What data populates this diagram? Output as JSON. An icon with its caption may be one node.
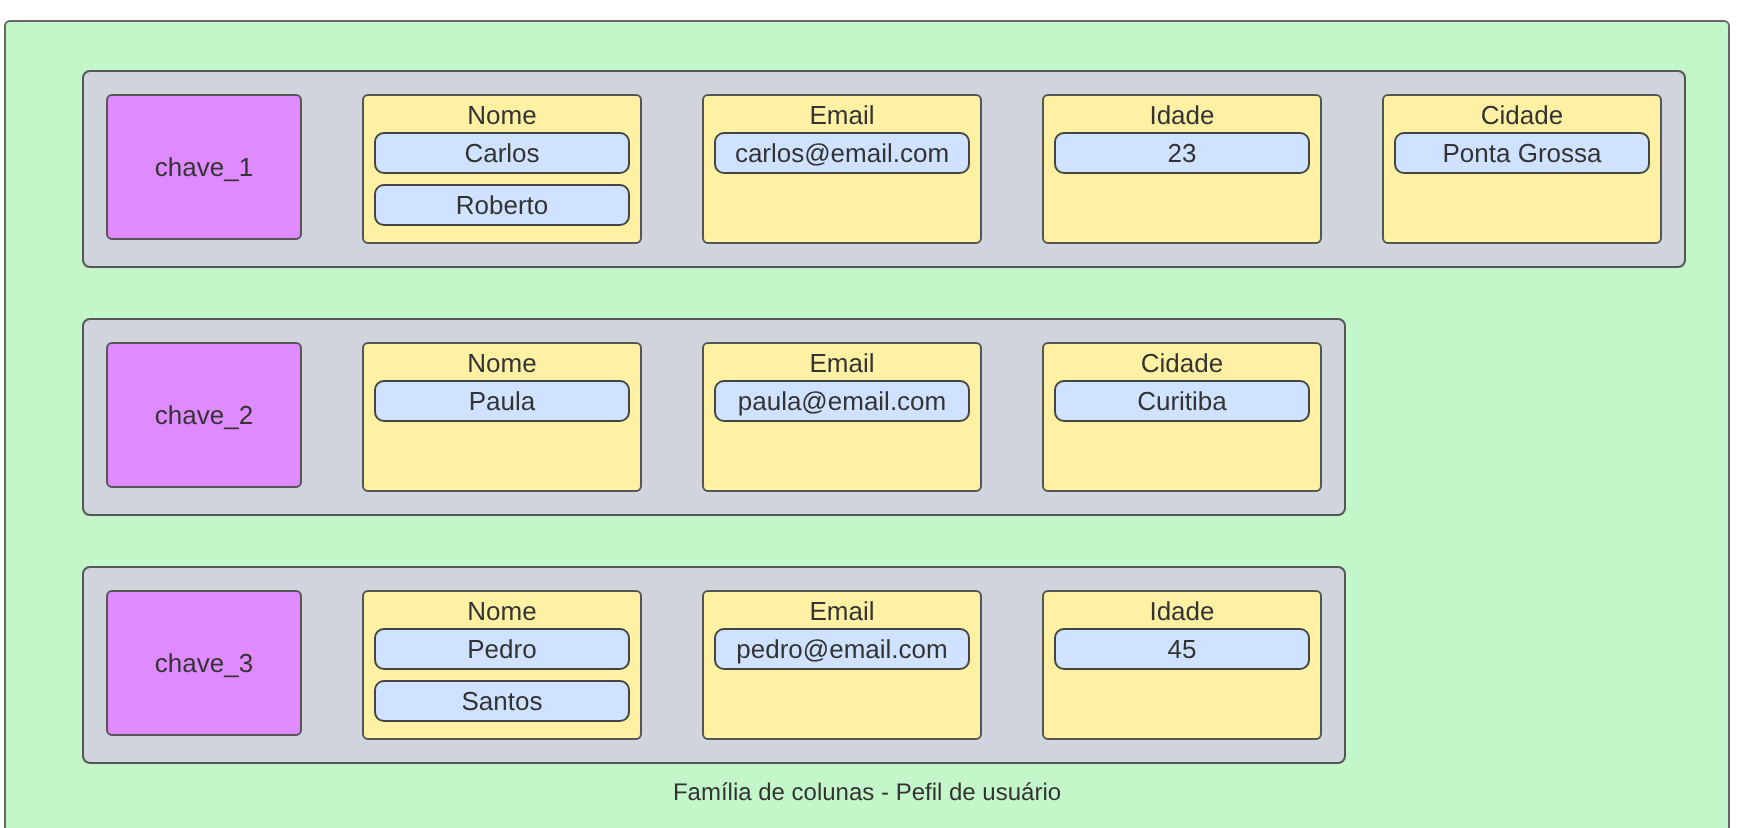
{
  "diagram": {
    "nodes": [
      {
        "text": [
          "Família de colunas - Pefil de usuário"
        ]
      },
      {
        "text": [],
        "shape": "box",
        "in": 0
      },
      {
        "text": [
          "chave_1"
        ],
        "in": 1
      },
      {
        "text": [
          "Nome"
        ],
        "in": 1
      },
      {
        "text": [
          "Carlos"
        ],
        "in": 3
      },
      {
        "text": [
          "Roberto"
        ],
        "in": 3
      },
      {
        "text": [
          "Email"
        ],
        "in": 1
      },
      {
        "text": [
          "carlos@email.com"
        ],
        "in": 6
      },
      {
        "text": [
          "Idade"
        ],
        "in": 1
      },
      {
        "text": [
          "23"
        ],
        "in": 8
      },
      {
        "text": [
          "Cidade"
        ],
        "in": 1
      },
      {
        "text": [
          "Ponta Grossa"
        ],
        "in": 10
      },
      {
        "text": [],
        "shape": "box",
        "in": 0
      },
      {
        "text": [
          "chave_2"
        ],
        "in": 12
      },
      {
        "text": [
          "Nome"
        ],
        "in": 12
      },
      {
        "text": [
          "Paula"
        ],
        "in": 14
      },
      {
        "text": [
          "Email"
        ],
        "in": 12
      },
      {
        "text": [
          "paula@email.com"
        ],
        "in": 16
      },
      {
        "text": [
          "Cidade"
        ],
        "in": 12
      },
      {
        "text": [
          "Curitiba"
        ],
        "in": 18
      },
      {
        "text": [],
        "shape": "box",
        "in": 0
      },
      {
        "text": [
          "chave_3"
        ],
        "in": 20
      },
      {
        "text": [
          "Nome"
        ],
        "in": 20
      },
      {
        "text": [
          "Pedro"
        ],
        "in": 22
      },
      {
        "text": [
          "Santos"
        ],
        "in": 22
      },
      {
        "text": [
          "Email"
        ],
        "in": 20
      },
      {
        "text": [
          "pedro@email.com"
        ],
        "in": 25
      },
      {
        "text": [
          "Idade"
        ],
        "in": 20
      },
      {
        "text": [
          "45"
        ],
        "in": 27
      }
    ],
    "edges": []
  }
}
